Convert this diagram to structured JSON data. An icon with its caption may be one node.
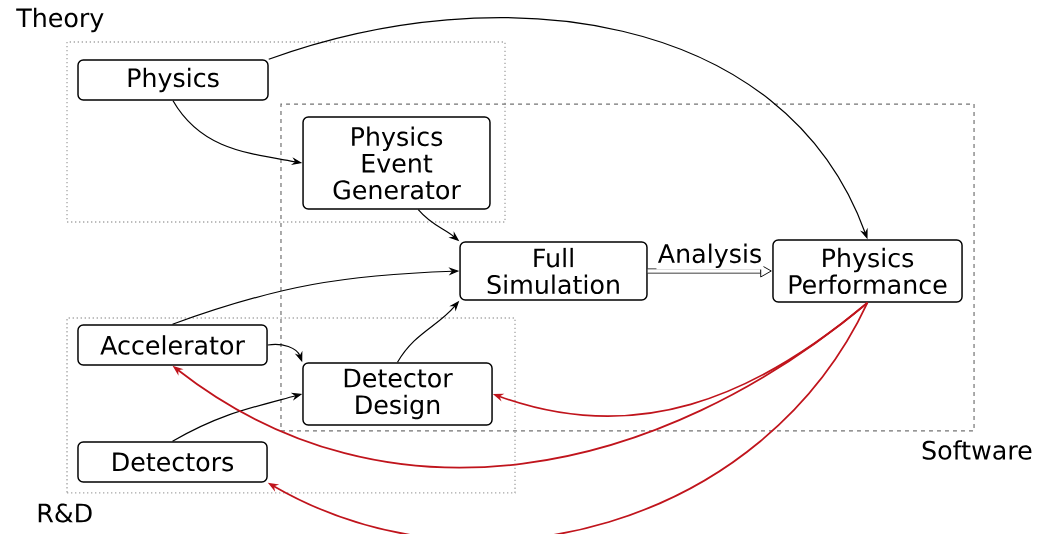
{
  "diagram": {
    "nodes": [
      {
        "text": [
          "Theory"
        ]
      },
      {
        "text": [
          "Physics"
        ],
        "in": 0
      },
      {
        "text": [
          "Software"
        ]
      },
      {
        "text": [
          "Physics Event Generator"
        ]
      },
      {
        "text": [
          "Full Simulation"
        ],
        "in": 2
      },
      {
        "text": [
          "Physics Performance"
        ],
        "in": 2
      },
      {
        "text": [
          "R&D"
        ]
      },
      {
        "text": [
          "Accelerator"
        ],
        "in": 6
      },
      {
        "text": [
          "Detector Design"
        ]
      },
      {
        "text": [
          "Detectors"
        ],
        "in": 6
      }
    ],
    "edges": [
      {
        "from": 1,
        "to": 5,
        "arrow": "to"
      },
      {
        "from": 1,
        "to": 3,
        "arrow": "to"
      },
      {
        "from": 3,
        "to": 4,
        "arrow": "to"
      },
      {
        "from": 7,
        "to": 4,
        "arrow": "to"
      },
      {
        "from": 8,
        "to": 4,
        "arrow": "to"
      },
      {
        "from": 7,
        "to": 8,
        "arrow": "to"
      },
      {
        "from": 9,
        "to": 8,
        "arrow": "to"
      },
      {
        "from": 4,
        "to": 5,
        "arrow": "to",
        "label": "Analysis",
        "style": "thick"
      },
      {
        "from": 5,
        "to": 8,
        "arrow": "to",
        "color": "#c0141c"
      },
      {
        "from": 5,
        "to": 7,
        "arrow": "to",
        "color": "#c0141c"
      },
      {
        "from": 5,
        "to": 9,
        "arrow": "to",
        "color": "#c0141c"
      }
    ]
  }
}
